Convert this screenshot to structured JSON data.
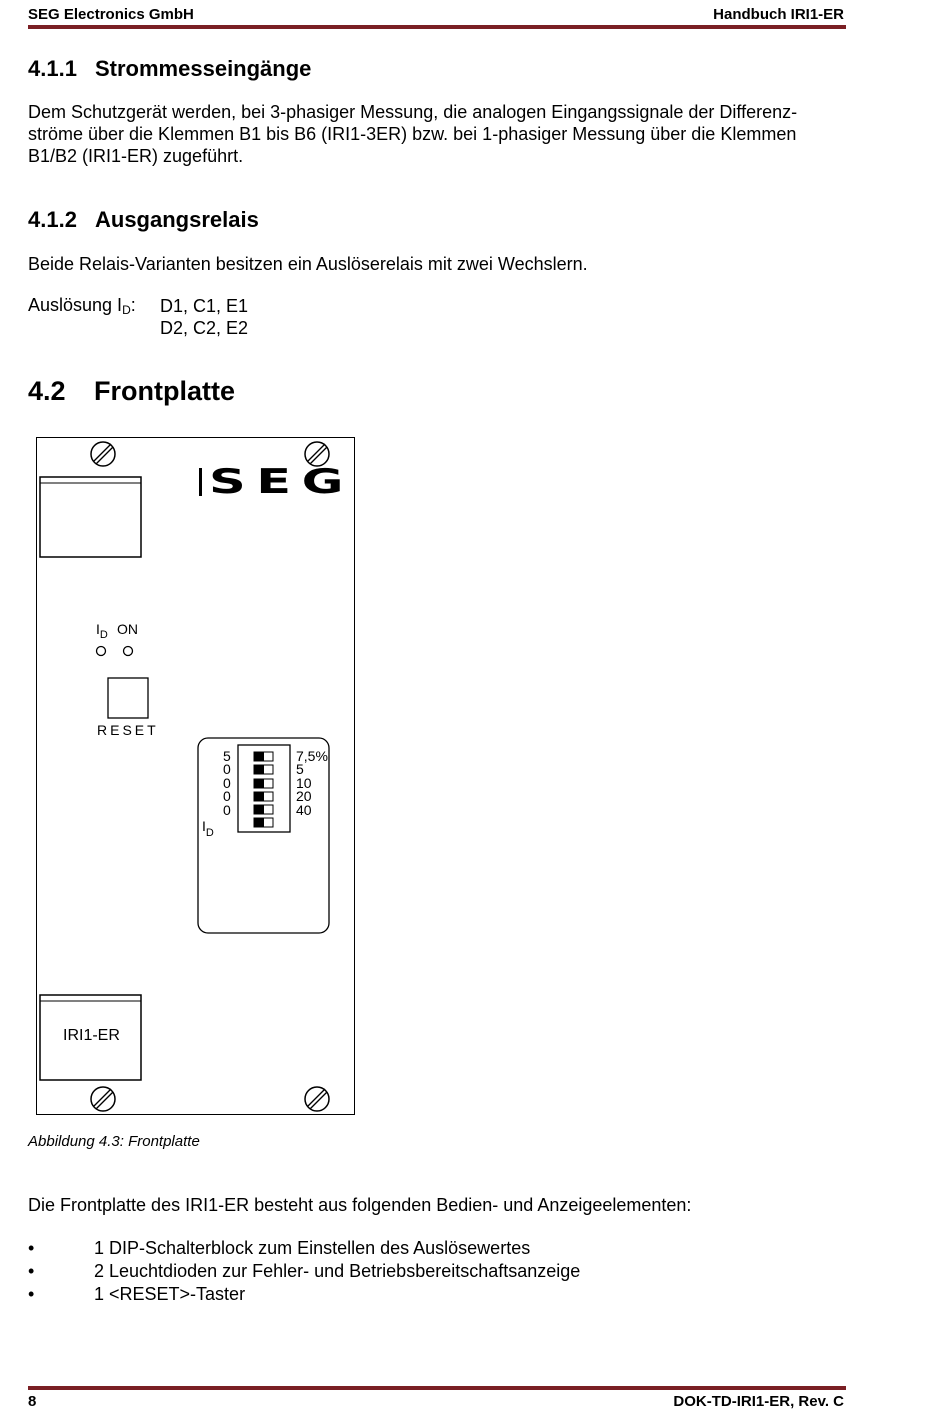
{
  "header": {
    "company": "SEG Electronics GmbH",
    "manual": "Handbuch IRI1-ER"
  },
  "sections": {
    "s411": {
      "number": "4.1.1",
      "title": "Strommesseingänge",
      "text_line1": "Dem Schutzgerät werden, bei 3-phasiger Messung, die analogen Eingangssignale der Differenz-",
      "text_line2": "ströme über die Klemmen B1 bis B6 (IRI1-3ER) bzw. bei 1-phasiger Messung über die Klemmen",
      "text_line3": "B1/B2 (IRI1-ER) zugeführt."
    },
    "s412": {
      "number": "4.1.2",
      "title": "Ausgangsrelais",
      "text": "Beide Relais-Varianten besitzen ein Auslöserelais mit zwei Wechslern.",
      "trip_label_prefix": "Auslösung I",
      "trip_label_sub": "D",
      "trip_label_suffix": ":",
      "contacts_line1": "D1, C1, E1",
      "contacts_line2": "D2, C2, E2"
    },
    "s42": {
      "number": "4.2",
      "title": "Frontplatte"
    }
  },
  "panel": {
    "logo": "SEG",
    "led_label_i": "I",
    "led_label_sub": "D",
    "led_label_on": "ON",
    "reset_label": "RESET",
    "dip_left_values": [
      "5",
      "0",
      "0",
      "0",
      "0"
    ],
    "dip_right_values": [
      "7,5%",
      "5",
      "10",
      "20",
      "40"
    ],
    "dip_label_i": "I",
    "dip_label_sub": "D",
    "module_label": "IRI1-ER"
  },
  "caption": "Abbildung 4.3: Frontplatte",
  "intro": "Die Frontplatte des IRI1-ER besteht aus folgenden Bedien- und Anzeigeelementen:",
  "bullets": [
    "1 DIP-Schalterblock zum Einstellen des Auslösewertes",
    "2 Leuchtdioden zur Fehler- und Betriebsbereitschaftsanzeige",
    "1 <RESET>-Taster"
  ],
  "footer": {
    "page": "8",
    "doc": "DOK-TD-IRI1-ER, Rev. C"
  },
  "colors": {
    "rule": "#7a1f24"
  }
}
